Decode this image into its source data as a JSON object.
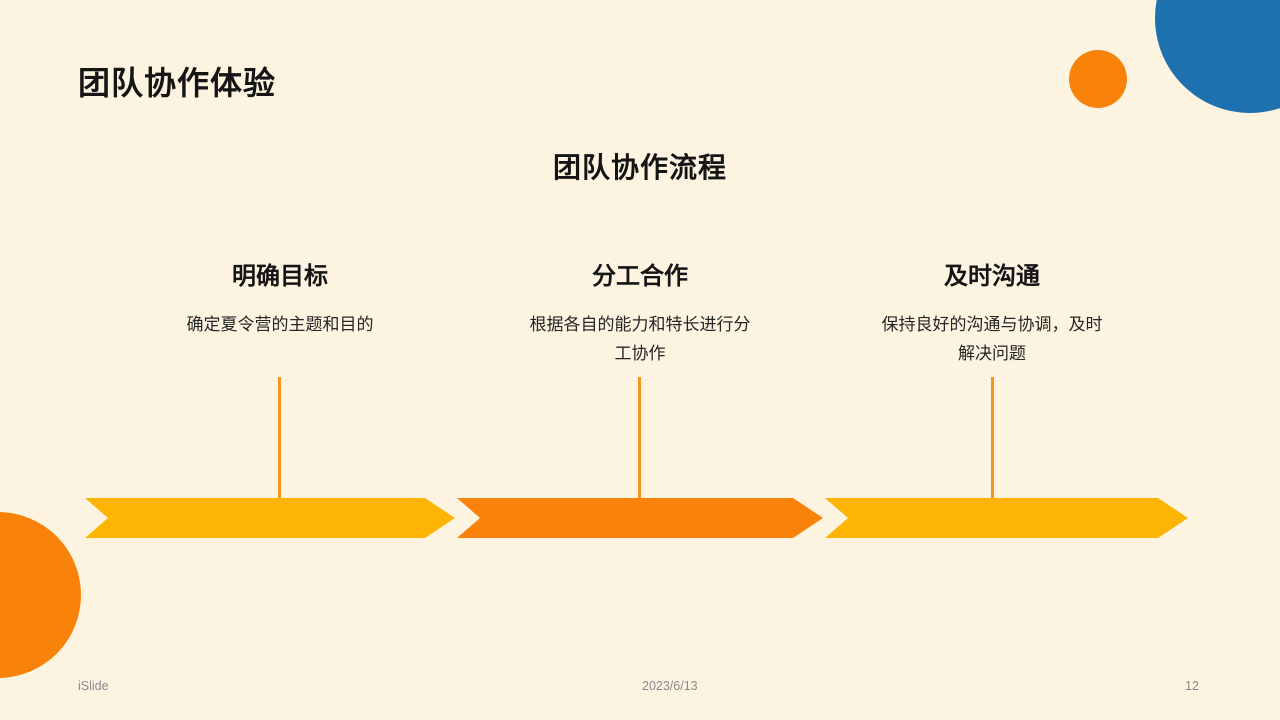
{
  "slide": {
    "title": "团队协作体验",
    "subtitle": "团队协作流程",
    "steps": [
      {
        "heading": "明确目标",
        "description": "确定夏令营的主题和目的"
      },
      {
        "heading": "分工合作",
        "description": "根据各自的能力和特长进行分\n工协作"
      },
      {
        "heading": "及时沟通",
        "description": "保持良好的沟通与协调，及时\n解决问题"
      }
    ],
    "footer": {
      "brand": "iSlide",
      "date": "2023/6/13",
      "page_number": "12"
    },
    "colors": {
      "background": "#FCF4E1",
      "accent_yellow": "#FEB402",
      "accent_orange": "#F8820A",
      "accent_blue": "#1D71AE",
      "connector_orange": "#F7941E",
      "text_dark": "#151515",
      "text_body": "#262626",
      "text_muted": "#8A8A8A"
    }
  }
}
